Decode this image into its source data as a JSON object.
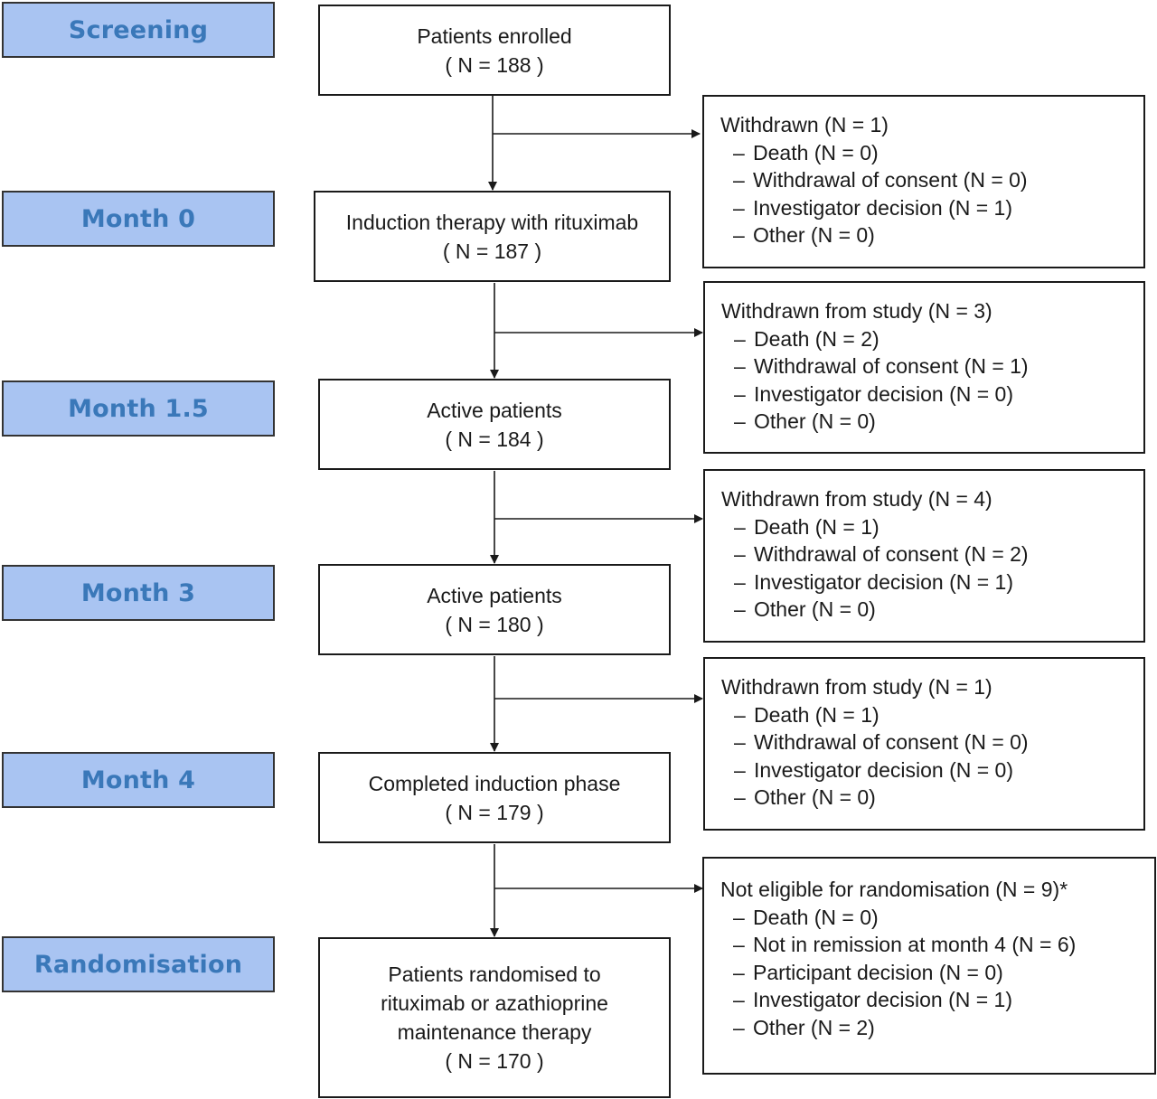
{
  "phases": {
    "screening": "Screening",
    "month0": "Month 0",
    "month1_5": "Month 1.5",
    "month3": "Month 3",
    "month4": "Month 4",
    "randomisation": "Randomisation"
  },
  "main_boxes": {
    "enrolled": {
      "title": "Patients enrolled",
      "count": "( N = 188 )"
    },
    "induction": {
      "title": "Induction therapy with rituximab",
      "count": "( N = 187 )"
    },
    "active1": {
      "title": "Active patients",
      "count": "( N = 184 )"
    },
    "active2": {
      "title": "Active patients",
      "count": "( N = 180 )"
    },
    "completed": {
      "title": "Completed induction phase",
      "count": "( N = 179 )"
    },
    "randomised": {
      "line1": "Patients randomised to",
      "line2": "rituximab or azathioprine",
      "line3": "maintenance therapy",
      "count": "( N = 170 )"
    }
  },
  "side_boxes": {
    "withdrawn0": {
      "header": "Withdrawn (N = 1)",
      "items": [
        "Death (N = 0)",
        "Withdrawal of consent (N = 0)",
        "Investigator decision (N = 1)",
        "Other (N = 0)"
      ]
    },
    "withdrawn1": {
      "header": "Withdrawn from study (N = 3)",
      "items": [
        "Death (N = 2)",
        "Withdrawal of consent (N = 1)",
        "Investigator decision (N = 0)",
        "Other (N = 0)"
      ]
    },
    "withdrawn2": {
      "header": "Withdrawn from study (N = 4)",
      "items": [
        "Death (N = 1)",
        "Withdrawal of consent (N = 2)",
        "Investigator decision (N = 1)",
        "Other (N = 0)"
      ]
    },
    "withdrawn3": {
      "header": "Withdrawn from study (N = 1)",
      "items": [
        "Death (N = 1)",
        "Withdrawal of consent (N = 0)",
        "Investigator decision (N = 0)",
        "Other (N = 0)"
      ]
    },
    "not_eligible": {
      "header": "Not eligible for randomisation (N = 9)*",
      "items": [
        "Death (N = 0)",
        "Not in remission at month 4 (N = 6)",
        "Participant decision (N = 0)",
        "Investigator decision (N = 1)",
        "Other (N = 2)"
      ]
    }
  },
  "colors": {
    "phase_fill": "#a9c4f2",
    "phase_text": "#3a78b9",
    "line": "#1a1a1a"
  }
}
